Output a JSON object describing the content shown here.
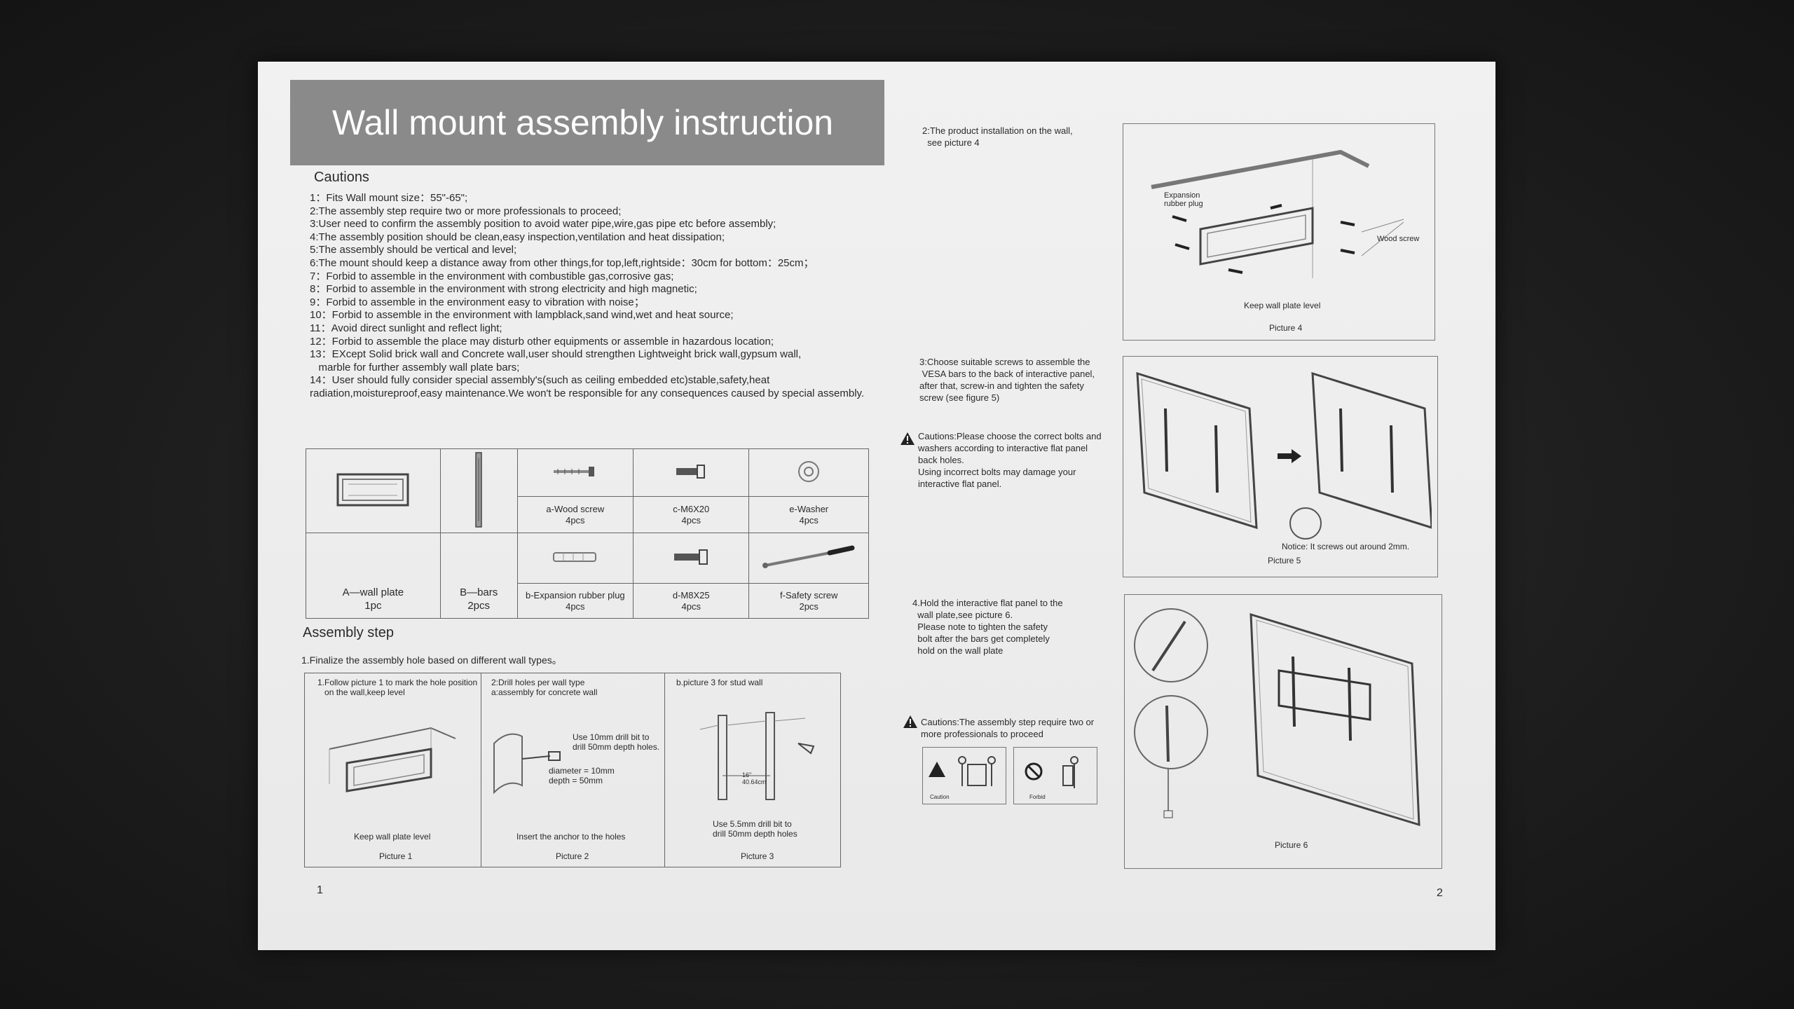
{
  "title": "Wall mount assembly instruction",
  "cautions": {
    "heading": "Cautions",
    "items": [
      "1：Fits Wall mount size：55\"-65\";",
      "2:The assembly step require two or more professionals to proceed;",
      "3:User need to confirm the assembly position to avoid water pipe,wire,gas pipe etc before assembly;",
      "4:The assembly position should be clean,easy inspection,ventilation and heat dissipation;",
      "5:The assembly should be vertical and level;",
      "6:The mount should keep a distance away from other things,for top,left,rightside：30cm for bottom：25cm；",
      "7：Forbid to assemble in the environment with combustible gas,corrosive gas;",
      "8：Forbid to assemble in the environment with strong electricity and high magnetic;",
      "9：Forbid to assemble in the environment easy to vibration with noise；",
      "10：Forbid to assemble in the environment with lampblack,sand wind,wet and heat source;",
      "11：Avoid direct sunlight and reflect light;",
      "12：Forbid to assemble the place may disturb other equipments or assemble in hazardous location;",
      "13：EXcept Solid brick wall and Concrete wall,user should strengthen Lightweight brick wall,gypsum wall,\n   marble for further assembly wall plate bars;",
      "14：User should fully consider special assembly's(such as ceiling embedded etc)stable,safety,heat\nradiation,moistureproof,easy maintenance.We won't be responsible for any consequences caused by special assembly."
    ]
  },
  "parts": {
    "wall_plate": {
      "name": "A—wall plate",
      "qty": "1pc"
    },
    "bars": {
      "name": "B—bars",
      "qty": "2pcs"
    },
    "wood_screw": {
      "name": "a-Wood screw",
      "qty": "4pcs"
    },
    "m6": {
      "name": "c-M6X20",
      "qty": "4pcs"
    },
    "washer": {
      "name": "e-Washer",
      "qty": "4pcs"
    },
    "plug": {
      "name": "b-Expansion rubber plug",
      "qty": "4pcs"
    },
    "m8": {
      "name": "d-M8X25",
      "qty": "4pcs"
    },
    "safety_screw": {
      "name": "f-Safety screw",
      "qty": "2pcs"
    }
  },
  "assembly": {
    "heading": "Assembly step",
    "step1": "1.Finalize the assembly hole based on different wall types。",
    "panel1": {
      "text": "1.Follow picture 1 to mark the hole position\n   on the wall,keep level",
      "note": "Keep wall plate level",
      "caption": "Picture 1"
    },
    "panel2": {
      "text": "2:Drill holes per wall type\na:assembly for concrete wall",
      "note1": "Use 10mm drill bit to\ndrill 50mm depth holes.",
      "note2": "diameter = 10mm\ndepth = 50mm",
      "note3": "Insert the anchor to the holes",
      "caption": "Picture 2"
    },
    "panel3": {
      "text": "b.picture 3 for stud wall",
      "dim1": "16\"",
      "dim2": "40.64cm",
      "note": "Use 5.5mm drill bit to\ndrill 50mm depth holes",
      "caption": "Picture 3"
    }
  },
  "right": {
    "step2": "2:The product installation on the wall,\n  see picture 4",
    "fig4": {
      "label_plug": "Expansion\nrubber plug",
      "label_screw": "Wood screw",
      "label_level": "Keep wall plate level",
      "caption": "Picture 4"
    },
    "step3": "3:Choose suitable screws to assemble the\n VESA bars to the back of interactive panel,\nafter that, screw-in and tighten the safety\nscrew (see figure 5)",
    "caution1": "Cautions:Please choose the correct bolts and\nwashers according to interactive flat panel\nback holes.\nUsing incorrect bolts may damage your\ninteractive flat panel.",
    "fig5": {
      "notice": "Notice: It screws out around 2mm.",
      "caption": "Picture 5"
    },
    "step4": "4.Hold the interactive flat panel to the\n  wall plate,see picture 6.\n  Please note to tighten the safety\n  bolt after the bars get completely\n  hold on the wall plate",
    "caution2": "Cautions:The assembly step require two or\nmore professionals to proceed",
    "caution_label": "Caution",
    "forbid_label": "Forbid",
    "fig6": {
      "caption": "Picture 6"
    }
  },
  "page_left": "1",
  "page_right": "2"
}
